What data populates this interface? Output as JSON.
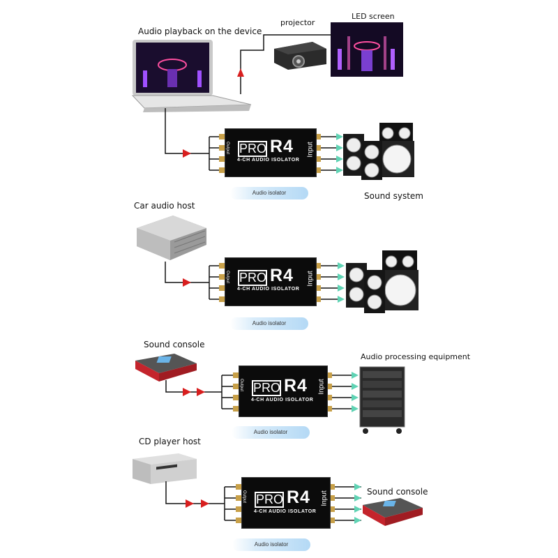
{
  "labels": {
    "audio_playback": "Audio playback on the device",
    "projector": "projector",
    "led_screen": "LED screen",
    "sound_system": "Sound system",
    "car_audio_host": "Car audio host",
    "sound_console": "Sound console",
    "audio_processing": "Audio processing equipment",
    "cd_player_host": "CD player host",
    "sound_console_out": "Sound console"
  },
  "isolator": {
    "brand": "PRO",
    "model": "R4",
    "subtitle": "4-CH AUDIO ISOLATOR",
    "output_label": "Output",
    "input_label": "Input",
    "caption": "Audio isolator"
  },
  "colors": {
    "arrow_red": "#d81e1e",
    "arrow_teal": "#5fd3b4",
    "wire": "#111111",
    "pill_blue": "#b4d9f5"
  }
}
